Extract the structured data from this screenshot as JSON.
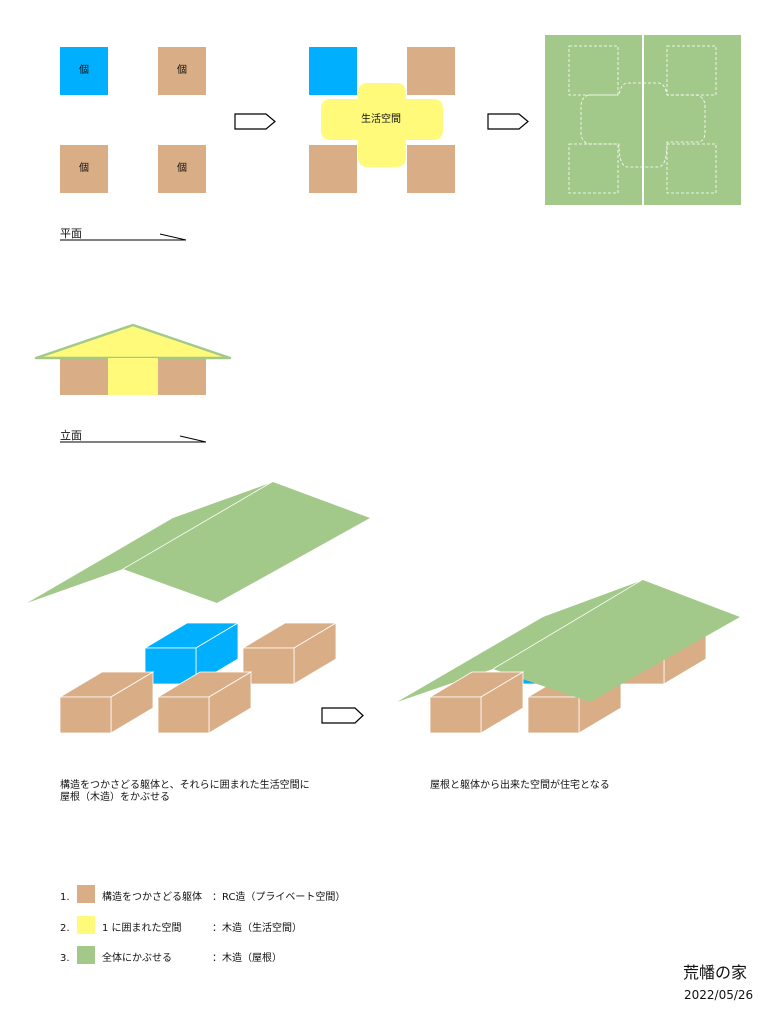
{
  "colors": {
    "private": "#d9ad86",
    "private_highlight": "#00b0ff",
    "living": "#fffa7a",
    "roof": "#a3c98a"
  },
  "plan": {
    "unit_label": "個",
    "living_label": "生活空間",
    "caption": "平面"
  },
  "elevation": {
    "caption": "立面"
  },
  "captions": {
    "left_line1": "構造をつかさどる躯体と、それらに囲まれた生活空間に",
    "left_line2": "屋根（木造）をかぶせる",
    "right": "屋根と躯体から出来た空間が住宅となる"
  },
  "legend": [
    {
      "num": "1.",
      "name": "構造をつかさどる躯体",
      "spec": "：RC造（プライベート空間）",
      "color": "#d9ad86"
    },
    {
      "num": "2.",
      "name": "1 に囲まれた空間",
      "spec": "：木造（生活空間）",
      "color": "#fffa7a"
    },
    {
      "num": "3.",
      "name": "全体にかぶせる",
      "spec": "：木造（屋根）",
      "color": "#a3c98a"
    }
  ],
  "title": {
    "name": "荒幡の家",
    "date": "2022/05/26"
  }
}
